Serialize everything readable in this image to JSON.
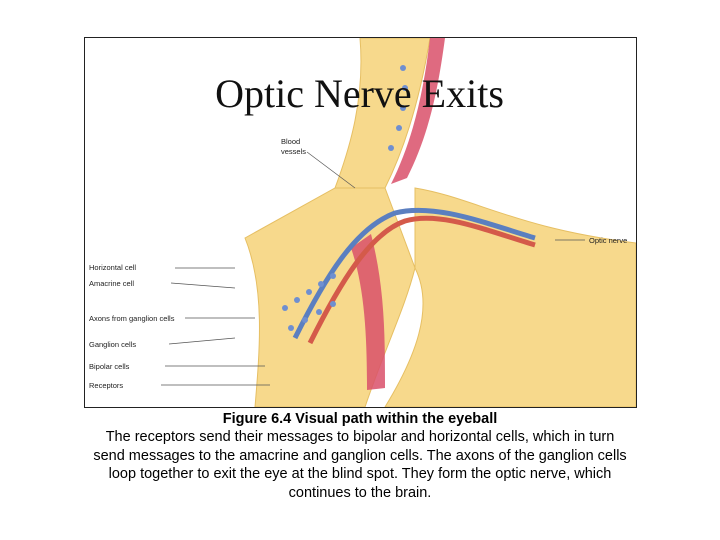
{
  "slide": {
    "title": "Optic Nerve Exits"
  },
  "figure": {
    "labels": {
      "blood_vessels_line1": "Blood",
      "blood_vessels_line2": "vessels",
      "optic_nerve": "Optic nerve",
      "horizontal_cell": "Horizontal cell",
      "amacrine_cell": "Amacrine cell",
      "axons_from_ganglion_cells": "Axons from ganglion cells",
      "ganglion_cells": "Ganglion cells",
      "bipolar_cells": "Bipolar cells",
      "receptors": "Receptors"
    },
    "colors": {
      "retina_fill": "#f7d98c",
      "retina_light": "#fbe7a8",
      "receptor_red": "#d9506a",
      "vessel_blue": "#5b7fc0",
      "vessel_red": "#d45a4a",
      "cell_blue": "#6f8fd0"
    }
  },
  "caption": {
    "title": "Figure 6.4  Visual path within the eyeball",
    "body": "The receptors send their messages to bipolar and horizontal cells, which in turn send messages to the amacrine and ganglion cells. The axons of the ganglion cells loop together to exit the eye at the blind spot. They form the optic nerve, which continues to the brain."
  }
}
